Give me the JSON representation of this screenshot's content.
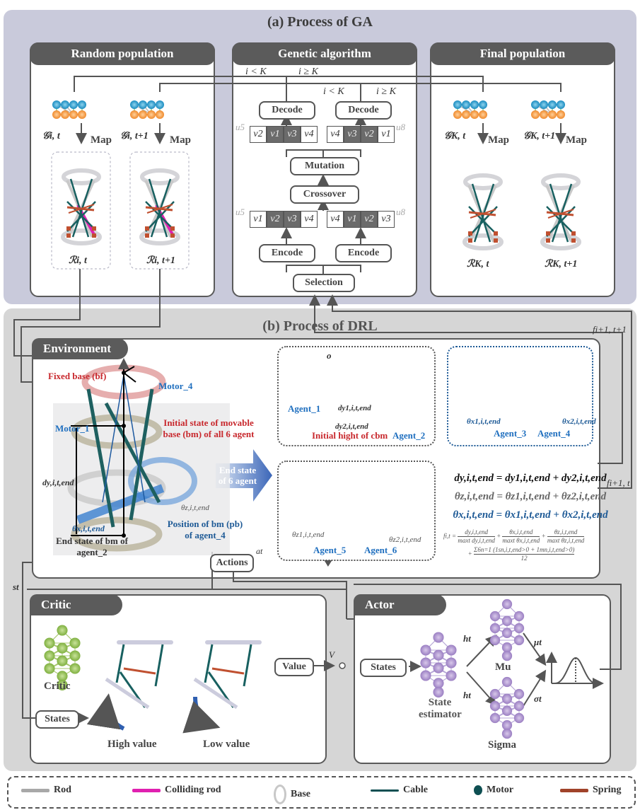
{
  "panel_a": {
    "title": "(a) Process of GA",
    "random_population": {
      "title": "Random population",
      "genome_left": "𝒢i, t",
      "genome_right": "𝒢i, t+1",
      "map_label": "Map",
      "robot_left": "ℛi, t",
      "robot_right": "ℛi, t+1"
    },
    "genetic_algorithm": {
      "title": "Genetic algorithm",
      "cond_top_left": "i < K",
      "cond_top_right": "i ≥ K",
      "cond_mid_left": "i < K",
      "cond_mid_right": "i ≥ K",
      "decode": "Decode",
      "mutation": "Mutation",
      "crossover": "Crossover",
      "encode": "Encode",
      "selection": "Selection",
      "decoded_left": [
        "v2",
        "v1",
        "v3",
        "v4"
      ],
      "decoded_right": [
        "v4",
        "v3",
        "v2",
        "v1"
      ],
      "encoded_left": [
        "v1",
        "v2",
        "v3",
        "v4"
      ],
      "encoded_right": [
        "v4",
        "v1",
        "v2",
        "v3"
      ],
      "extra_left": "u5",
      "extra_right": "u8"
    },
    "final_population": {
      "title": "Final population",
      "genome_left": "𝒢K, t",
      "genome_right": "𝒢K, t+1",
      "map_label": "Map",
      "robot_left": "ℛK, t",
      "robot_right": "ℛK, t+1"
    }
  },
  "panel_b": {
    "title": "(b) Process of DRL",
    "f_next_t1": "fi+1, t+1",
    "f_next_t": "fi+1, t",
    "s_t": "st",
    "a_t": "at",
    "environment": {
      "title": "Environment",
      "fixed_base": "Fixed base (bf)",
      "motor_4": "Motor_4",
      "motor_1": "Motor_1",
      "initial_state": "Initial state of movable base (bm) of all 6 agent",
      "arrow_label": "End state of 6 agent",
      "d_label": "dy,i,t,end",
      "theta_z": "θz,i,t,end",
      "theta_x": "θx,i,t,end",
      "position_bm": "Position of bm (pb) of agent_4",
      "end_state": "End state of  bm of agent_2",
      "actions": "Actions",
      "agent_1": "Agent_1",
      "agent_2": "Agent_2",
      "agent_3": "Agent_3",
      "agent_4": "Agent_4",
      "agent_5": "Agent_5",
      "agent_6": "Agent_6",
      "dy1": "dy1,i,t,end",
      "dy2": "dy2,i,t,end",
      "initial_hight": "Initial hight of cbm",
      "theta_x1": "θx1,i,t,end",
      "theta_x2": "θx2,i,t,end",
      "theta_z1": "θz1,i,t,end",
      "theta_z2": "θz2,i,t,end",
      "origin": "o",
      "eq_d": "dy,i,t,end = dy1,i,t,end + dy2,i,t,end",
      "eq_theta_z": "θz,i,t,end = θz1,i,t,end + θz2,i,t,end",
      "eq_theta_x": "θx,i,t,end = θx1,i,t,end + θx2,i,t,end",
      "fitness_lhs": "fi,t =",
      "fitness_t1_num": "dy,i,t,end",
      "fitness_t1_den": "maxt dy,i,t,end",
      "fitness_t2_num": "θx,i,t,end",
      "fitness_t2_den": "maxt θx,i,t,end",
      "fitness_t3_num": "θz,i,t,end",
      "fitness_t3_den": "maxt θz,i,t,end",
      "fitness_t4_num": "Σ6n=1 (1sn,i,t,end>0 + 1mn,i,t,end>0)",
      "fitness_t4_den": "12"
    },
    "critic": {
      "title": "Critic",
      "net_label": "Critic",
      "states": "States",
      "high_value": "High value",
      "low_value": "Low value",
      "value": "Value",
      "v": "V"
    },
    "actor": {
      "title": "Actor",
      "states": "States",
      "state_estimator": "State estimator",
      "mu": "Mu",
      "sigma": "Sigma",
      "h_t": "ht",
      "mu_t": "μt",
      "sigma_t": "σt"
    }
  },
  "legend": [
    {
      "label": "Rod",
      "color": "#a8a8a8"
    },
    {
      "label": "Colliding rod",
      "color": "#e020b0"
    },
    {
      "label": "Base",
      "color": "#c8c8c8"
    },
    {
      "label": "Cable",
      "color": "#0e4f52"
    },
    {
      "label": "Motor",
      "color": "#0e4f52"
    },
    {
      "label": "Spring",
      "color": "#a0432a"
    }
  ]
}
